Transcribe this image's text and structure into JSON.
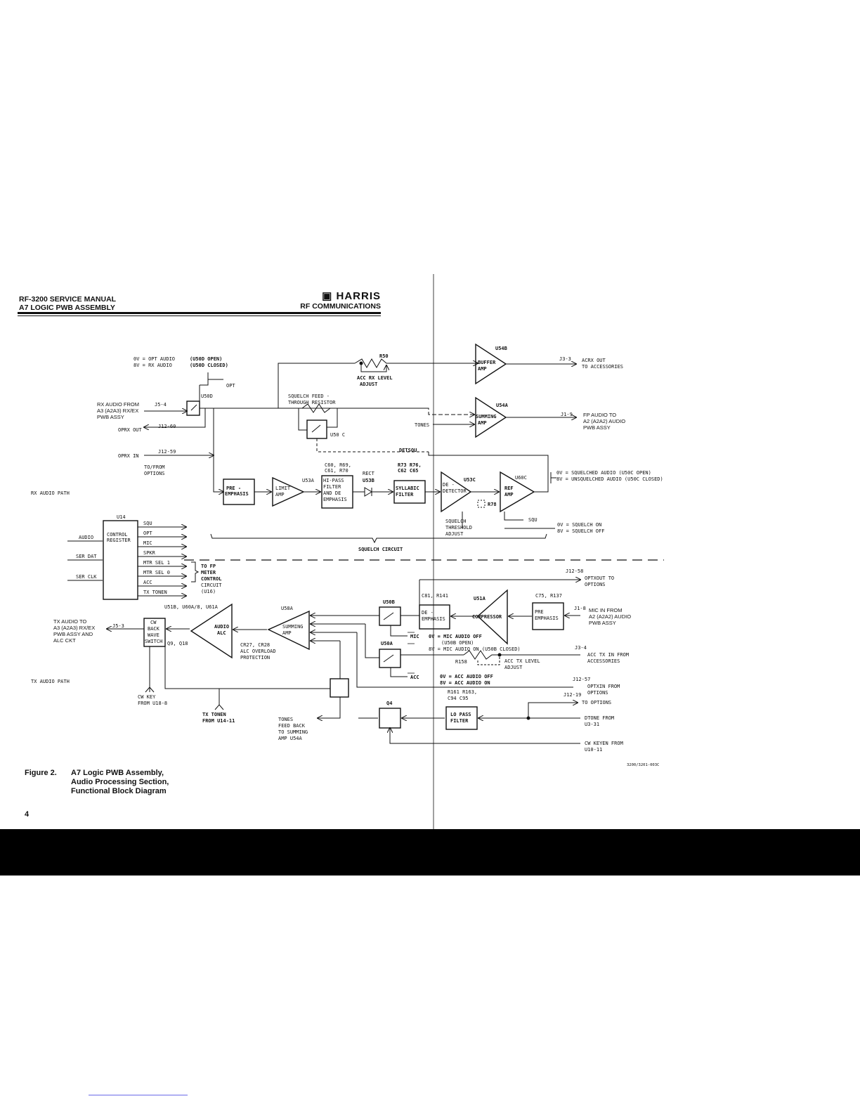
{
  "header": {
    "manual_title": "RF-3200 SERVICE MANUAL",
    "section_title": "A7 LOGIC PWB ASSEMBLY",
    "brand": "HARRIS",
    "brand_sub": "RF COMMUNICATIONS"
  },
  "figure": {
    "number": "Figure 2.",
    "caption_line1": "A7 Logic PWB Assembly,",
    "caption_line2": "Audio Processing Section,",
    "caption_line3": "Functional Block Diagram"
  },
  "page_number": "4",
  "drawing_number": "3200/3201-003C",
  "rx": {
    "path_label": "RX AUDIO PATH",
    "sel_0v": "0V = OPT AUDIO",
    "sel_8v": "8V = RX AUDIO",
    "u500_open": "(U50D OPEN)",
    "u500_closed": "(U50D CLOSED)",
    "opt": "OPT",
    "u500": "U50D",
    "rx_audio_from_1": "RX AUDIO FROM",
    "rx_audio_from_2": "A3 (A2A3) RX/EX",
    "rx_audio_from_3": "PWB ASSY",
    "j5_4": "J5-4",
    "oprx_out": "OPRX OUT",
    "j12_60": "J12-60",
    "oprx_in": "OPRX IN",
    "j12_59": "J12-59",
    "to_from_1": "TO/FROM",
    "to_from_2": "OPTIONS",
    "r50": "R50",
    "acc_rx_1": "ACC RX LEVEL",
    "acc_rx_2": "ADJUST",
    "u54b": "U54B",
    "buffer_1": "BUFFER",
    "buffer_2": "AMP",
    "j3_3": "J3-3",
    "acrx_1": "ACRX OUT",
    "acrx_2": "TO ACCESSORIES",
    "sq_feed_1": "SQUELCH FEED -",
    "sq_feed_2": "THROUGH RESISTOR",
    "u50c": "U50 C",
    "u54a": "U54A",
    "summing_1": "SUMMING",
    "summing_2": "AMP",
    "tones": "TONES",
    "j1_9": "J1-9",
    "fp_1": "FP AUDIO TO",
    "fp_2": "A2 (A2A2) AUDIO",
    "fp_3": "PWB ASSY",
    "detsqu": "DETSQU",
    "pre_1": "PRE -",
    "pre_2": "EMPHASIS",
    "limit_1": "LIMIT",
    "limit_2": "AMP",
    "u53a": "U53A",
    "c60_1": "C60, R69,",
    "c60_2": "C61, R70",
    "hipass_1": "HI-PASS",
    "hipass_2": "FILTER",
    "hipass_3": "AND DE",
    "hipass_4": "EMPHASIS",
    "rect": "RECT",
    "u53b": "U53B",
    "r73_1": "R73  R76,",
    "r73_2": "C62  C65",
    "syll_1": "SYLLABIC",
    "syll_2": "FILTER",
    "u53c": "U53C",
    "detector_1": "DE -",
    "detector_2": "DETECTOR",
    "r78": "R78",
    "u60c": "U60C",
    "ref_1": "REF",
    "ref_2": "AMP",
    "sq_0v": "0V = SQUELCHED AUDIO (U50C  OPEN)",
    "sq_8v": "8V = UNSQUELCHED AUDIO (U50C  CLOSED)",
    "threshold_1": "SQUELCH",
    "threshold_2": "THRESHOLD",
    "threshold_3": "ADJUST",
    "squ": "SQU",
    "sq_on": "0V = SQUELCH ON",
    "sq_off": "8V = SQUELCH OFF",
    "sq_circuit": "SQUELCH CIRCUIT"
  },
  "control": {
    "u14": "U14",
    "reg_1": "CONTROL",
    "reg_2": "REGISTER",
    "audio": "AUDIO",
    "ser_dat": "SER DAT",
    "ser_clk": "SER CLK",
    "outputs": [
      "SQU",
      "OPT",
      "MIC",
      "SPKR",
      "MTR SEL 1",
      "MTR SEL 0",
      "ACC",
      "TX TONEN"
    ],
    "meter_1": "TO FP",
    "meter_2": "METER",
    "meter_3": "CONTROL",
    "meter_4": "CIRCUIT",
    "meter_5": "(U16)"
  },
  "tx": {
    "path_label": "TX AUDIO PATH",
    "tx_audio_1": "TX AUDIO TO",
    "tx_audio_2": "A3 (A2A3) RX/EX",
    "tx_audio_3": "PWB ASSY AND",
    "tx_audio_4": "ALC CKT",
    "j5_3": "J5-3",
    "cw_1": "CW",
    "cw_2": "BACK",
    "cw_3": "WAVE",
    "cw_4": "SWITCH",
    "q9": "Q9, Q18",
    "cw_key_1": "CW KEY",
    "cw_key_2": "FROM U18-8",
    "u51b": "U51B, U60A/8, U61A",
    "alc_1": "AUDIO",
    "alc_2": "ALC",
    "u58a": "U58A",
    "sum_1": "SUMMING",
    "sum_2": "AMP",
    "cr27_1": "CR27, CR28",
    "cr27_2": "ALC OVERLOAD",
    "cr27_3": "PROTECTION",
    "txtonen_1": "TX TONEN",
    "txtonen_2": "FROM U14-11",
    "tones_fb_1": "TONES",
    "tones_fb_2": "FEED BACK",
    "tones_fb_3": "TO SUMMING",
    "tones_fb_4": "AMP  U54A",
    "u50b": "U50B",
    "c81": "C81, R141",
    "de_1": "DE -",
    "de_2": "EMPHASIS",
    "u51a": "U51A",
    "compressor": "COMPRESSOR",
    "c75": "C75, R137",
    "pre_1": "PRE",
    "pre_2": "EMPHASIS",
    "j1_8": "J1-8",
    "mic_1": "MIC IN FROM",
    "mic_2": "A2 (A2A2) AUDIO",
    "mic_3": "PWB ASSY",
    "mic": "MIC",
    "mic_off": "0V = MIC AUDIO OFF",
    "u50b_open": "(U50B OPEN)",
    "mic_on": "8V = MIC AUDIO ON (U50B CLOSED)",
    "u50a": "U50A",
    "r158": "R158",
    "acc_tx_1": "ACC TX LEVEL",
    "acc_tx_2": "ADJUST",
    "j3_4": "J3-4",
    "acc_in_1": "ACC TX IN FROM",
    "acc_in_2": "ACCESSORIES",
    "acc": "ACC",
    "acc_off": "0V = ACC AUDIO OFF",
    "acc_on": "8V = ACC AUDIO ON",
    "j12_57": "J12-57",
    "optxin_1": "OPTXIN FROM",
    "optxin_2": "OPTIONS",
    "j12_58": "J12-58",
    "optxout_1": "OPTXOUT TO",
    "optxout_2": "OPTIONS",
    "r161_1": "R161  R163,",
    "r161_2": "C94  C95",
    "j12_19": "J12-19",
    "to_options": "TO OPTIONS",
    "q4": "Q4",
    "lopass_1": "LO PASS",
    "lopass_2": "FILTER",
    "dtone_1": "DTONE  FROM",
    "dtone_2": "U3-31",
    "cwkey_1": "CW KEYEN FROM",
    "cwkey_2": "U10-11"
  }
}
